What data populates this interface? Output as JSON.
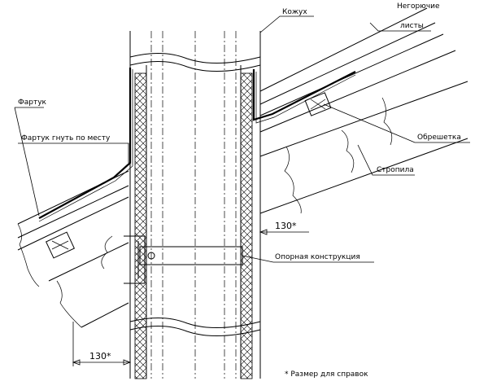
{
  "labels": {
    "kozhukh": "Кожух",
    "negoruchie_line1": "Негорючие",
    "negoruchie_line2": "листы",
    "fartuk": "Фартук",
    "fartuk_gnut": "Фартук гнуть по месту",
    "obreshetka": "Обрешетка",
    "stropila": "Стропила",
    "opornaya": "Опорная конструкция",
    "dim_upper": "130*",
    "dim_lower": "130*",
    "footnote": "* Размер для справок"
  },
  "colors": {
    "ink": "#000000",
    "paper": "#ffffff"
  }
}
